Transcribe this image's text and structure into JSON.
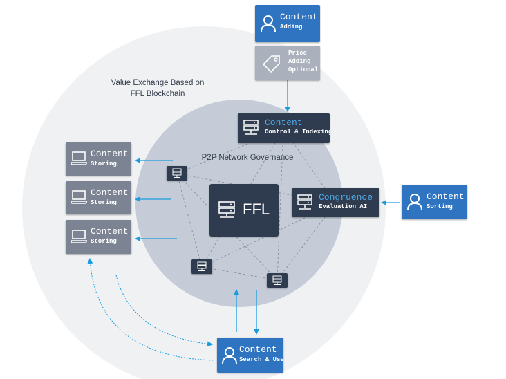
{
  "diagram": {
    "outer_label_line1": "Value Exchange Based on",
    "outer_label_line2": "FFL Blockchain",
    "inner_label": "P2P Network Governance",
    "center_label": "FFL",
    "content_adding": {
      "line1": "Content",
      "line2": "Adding"
    },
    "price_adding": {
      "line1": "Price",
      "line2": "Adding",
      "line3": "Optional"
    },
    "control_indexing": {
      "line1": "Content",
      "line2": "Control & Indexing"
    },
    "congruence": {
      "line1": "Congruence",
      "line2": "Evaluation AI"
    },
    "content_sorting": {
      "line1": "Content",
      "line2": "Sorting"
    },
    "storing_boxes": [
      {
        "line1": "Content",
        "line2": "Storing"
      },
      {
        "line1": "Content",
        "line2": "Storing"
      },
      {
        "line1": "Content",
        "line2": "Storing"
      }
    ],
    "content_search": {
      "line1": "Content",
      "line2": "Search & Use"
    }
  },
  "colors": {
    "blue": "#2e74c0",
    "dark": "#2f3b4f",
    "gray": "#7c8494",
    "light_gray": "#aab1bd",
    "arrow": "#1a9ce0",
    "outer_circle": "#f0f1f3",
    "inner_circle": "#c5ccd7"
  }
}
